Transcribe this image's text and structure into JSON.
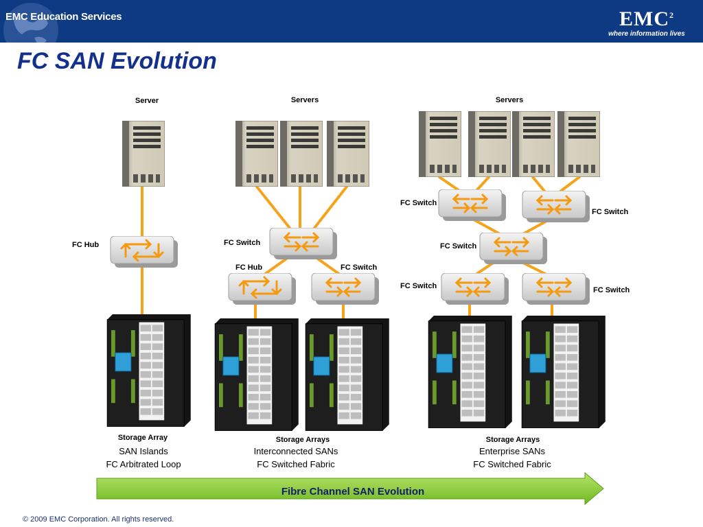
{
  "header": {
    "edu_label": "EMC Education Services",
    "logo_word": "EMC",
    "logo_sup": "2",
    "logo_tagline": "where information lives"
  },
  "title": "FC SAN Evolution",
  "labels": {
    "col1_server": "Server",
    "col2_servers": "Servers",
    "col3_servers": "Servers",
    "c1_hub": "FC Hub",
    "c2_switch_top": "FC Switch",
    "c2_hub": "FC Hub",
    "c2_switch_right": "FC Switch",
    "c3_switch_tl": "FC Switch",
    "c3_switch_tr": "FC Switch",
    "c3_switch_mid": "FC Switch",
    "c3_switch_bl": "FC Switch",
    "c3_switch_br": "FC Switch",
    "c1_storage": "Storage Array",
    "c2_storage": "Storage Arrays",
    "c3_storage": "Storage Arrays"
  },
  "captions": {
    "c1_line1": "SAN Islands",
    "c1_line2": "FC Arbitrated Loop",
    "c2_line1": "Interconnected SANs",
    "c2_line2": "FC Switched Fabric",
    "c3_line1": "Enterprise SANs",
    "c3_line2": "FC Switched Fabric"
  },
  "arrow_label": "Fibre Channel SAN Evolution",
  "footer": "© 2009 EMC Corporation. All rights reserved.",
  "colors": {
    "header_bg": "#0e3a84",
    "title": "#13318a",
    "cable": "#f5a31a",
    "arrow_green": "#8ecf3a",
    "device_gray": "#dcdcdc"
  }
}
